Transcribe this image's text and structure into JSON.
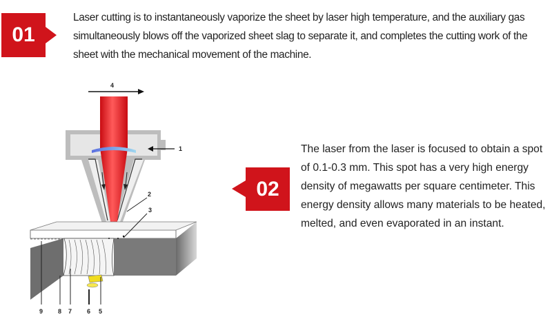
{
  "sections": [
    {
      "badge": "01",
      "text": "Laser cutting is to instantaneously vaporize the sheet by laser high temperature, and the auxiliary gas simultaneously blows off the vaporized sheet slag to separate it, and completes the cutting work of the sheet with the mechanical movement of the machine."
    },
    {
      "badge": "02",
      "text": "The laser from the laser is focused to obtain a spot of 0.1-0.3 mm. This spot has a very high energy density of megawatts per square centimeter. This energy density allows many materials to be heated, melted, and even evaporated in an instant."
    }
  ],
  "diagram": {
    "labels": {
      "l1": "1",
      "l2": "2",
      "l3": "3",
      "l4": "4",
      "l5": "5",
      "l6": "6",
      "l7": "7",
      "l8": "8",
      "l9": "9"
    }
  },
  "colors": {
    "accent": "#d0141b",
    "beam": "#e8151c",
    "lens": "#6f8fe6",
    "nozzle": "#b8b8b8",
    "workpiece": "#7a7a7a",
    "slag": "#f0dc20"
  }
}
